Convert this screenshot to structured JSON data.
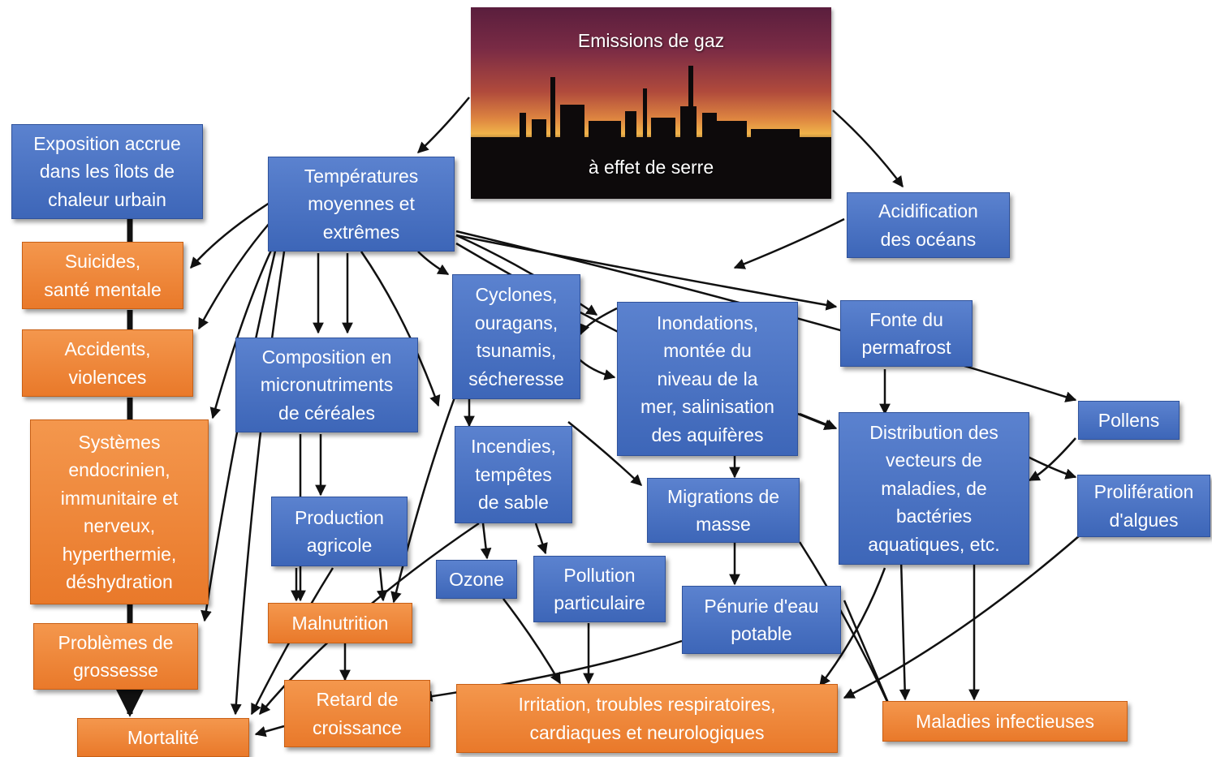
{
  "hero": {
    "line1": "Emissions de gaz",
    "line2": "à effet de serre"
  },
  "nodes": {
    "temperatures": "Températures\nmoyennes et\nextrêmes",
    "acidification": "Acidification\ndes océans",
    "exposition": "Exposition accrue\ndans les îlots de\nchaleur urbain",
    "suicides": "Suicides,\nsanté mentale",
    "accidents": "Accidents,\nviolences",
    "systemes": "Systèmes\nendocrinien,\nimmunitaire et\nnerveux,\nhyperthermie,\ndéshydration",
    "grossesse": "Problèmes de\ngrossesse",
    "mortalite": "Mortalité",
    "composition": "Composition en\nmicronutriments\nde céréales",
    "production": "Production\nagricole",
    "malnutrition": "Malnutrition",
    "retard": "Retard de\ncroissance",
    "cyclones": "Cyclones,\nouragans,\ntsunamis,\nsécheresse",
    "incendies": "Incendies,\ntempêtes\nde sable",
    "ozone": "Ozone",
    "pollution": "Pollution\nparticulaire",
    "irritation": "Irritation, troubles respiratoires,\ncardiaques et neurologiques",
    "inondations": "Inondations,\nmontée du\nniveau de la\nmer, salinisation\ndes aquifères",
    "migrations": "Migrations de\nmasse",
    "penurie": "Pénurie d'eau\npotable",
    "fonte": "Fonte du\npermafrost",
    "distribution": "Distribution des\nvecteurs de\nmaladies, de\nbactéries\naquatiques, etc.",
    "pollens": "Pollens",
    "proliferation": "Prolifération\nd'algues",
    "maladies": "Maladies infectieuses"
  },
  "colors": {
    "blue": "#4a72c2",
    "orange": "#ef8a3a",
    "arrow": "#111111"
  }
}
